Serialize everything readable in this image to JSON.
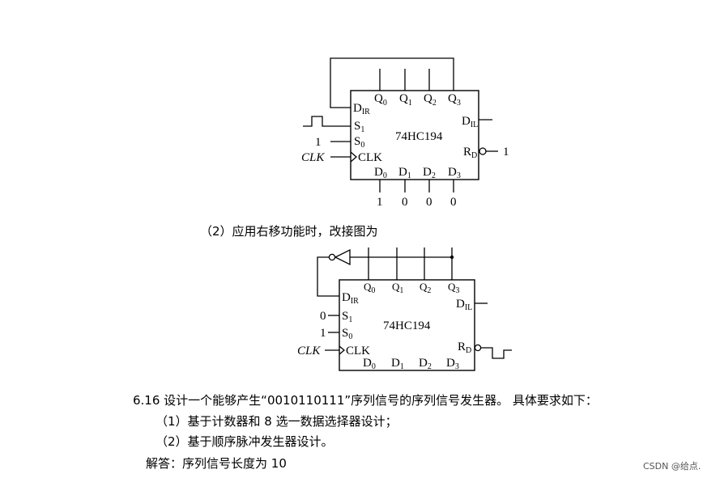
{
  "diagram1": {
    "chip": "74HC194",
    "q_labels": [
      "Q",
      "Q",
      "Q",
      "Q"
    ],
    "q_subs": [
      "0",
      "1",
      "2",
      "3"
    ],
    "d_labels": [
      "D",
      "D",
      "D",
      "D"
    ],
    "d_subs": [
      "0",
      "1",
      "2",
      "3"
    ],
    "d_values": [
      "1",
      "0",
      "0",
      "0"
    ],
    "dir_label": "D",
    "dir_sub": "IR",
    "dil_label": "D",
    "dil_sub": "IL",
    "s1_label": "S",
    "s1_sub": "1",
    "s0_label": "S",
    "s0_sub": "0",
    "s0_value": "1",
    "clk_pin": "CLK",
    "clk_signal": "CLK",
    "rd_label": "R",
    "rd_sub": "D",
    "rd_value": "1"
  },
  "caption2": "（2）应用右移功能时，改接图为",
  "diagram2": {
    "chip": "74HC194",
    "q_labels": [
      "Q",
      "Q",
      "Q",
      "Q"
    ],
    "q_subs": [
      "0",
      "1",
      "2",
      "3"
    ],
    "d_labels": [
      "D",
      "D",
      "D",
      "D"
    ],
    "d_subs": [
      "0",
      "1",
      "2",
      "3"
    ],
    "dir_label": "D",
    "dir_sub": "IR",
    "dil_label": "D",
    "dil_sub": "IL",
    "s1_label": "S",
    "s1_sub": "1",
    "s1_value": "0",
    "s0_label": "S",
    "s0_sub": "0",
    "s0_value": "1",
    "clk_pin": "CLK",
    "clk_signal": "CLK",
    "rd_label": "R",
    "rd_sub": "D"
  },
  "text": {
    "problem": "6.16  设计一个能够产生“0010110111”序列信号的序列信号发生器。  具体要求如下：",
    "req1": "（1）基于计数器和 8 选一数据选择器设计；",
    "req2": "（2）基于顺序脉冲发生器设计。",
    "answer": "解答：序列信号长度为 10",
    "watermark": "CSDN @给点."
  }
}
